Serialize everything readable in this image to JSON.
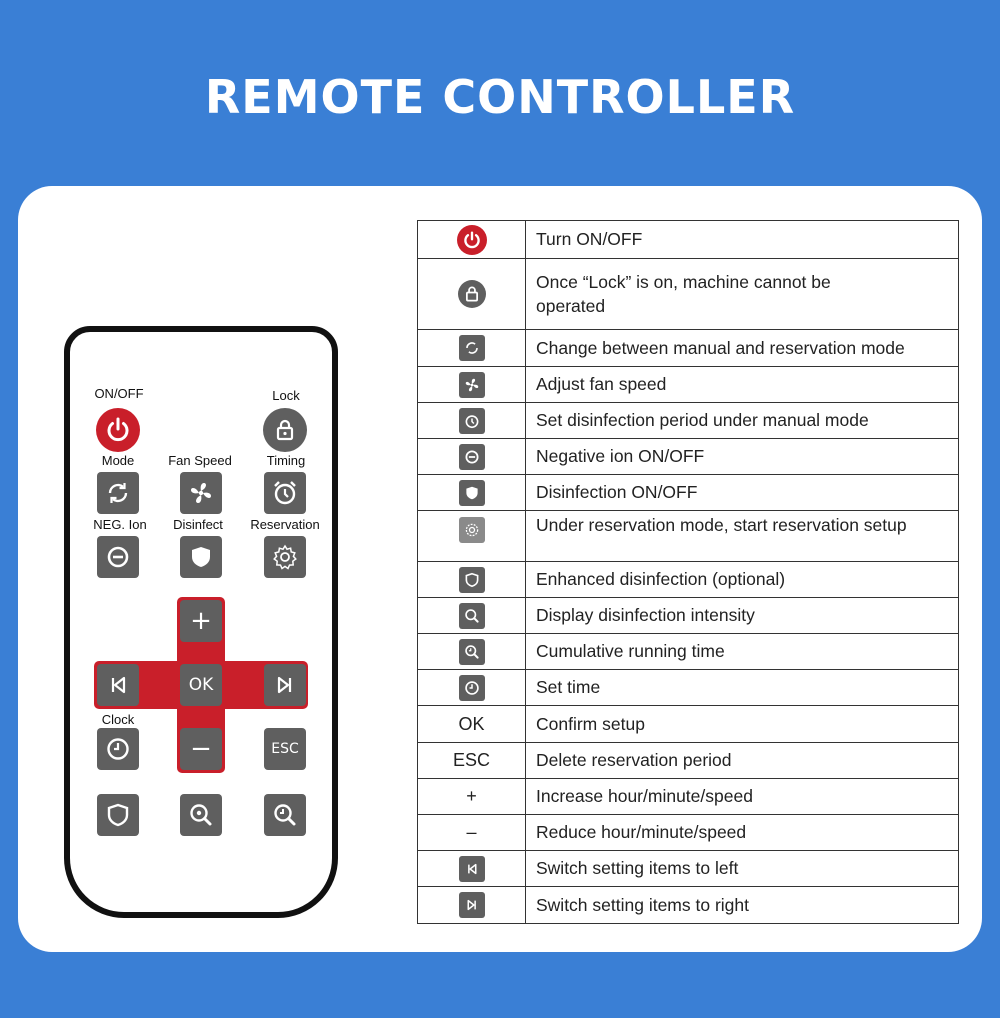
{
  "header": {
    "title": "REMOTE CONTROLLER"
  },
  "remote": {
    "labels": {
      "on_off": "ON/OFF",
      "lock": "Lock",
      "mode": "Mode",
      "fan_speed": "Fan Speed",
      "timing": "Timing",
      "neg_ion": "NEG. Ion",
      "disinfect": "Disinfect",
      "reservation": "Reservation",
      "clock": "Clock"
    },
    "buttons": {
      "plus": "+",
      "minus": "−",
      "ok": "OK",
      "esc": "ESC"
    },
    "colors": {
      "power": "#c91f2a",
      "lock": "#5f5f5f",
      "dpad": "#c91f2a",
      "key": "#5f5f5f"
    }
  },
  "legend": {
    "rows": [
      {
        "icon": "power-icon",
        "text": "Turn ON/OFF"
      },
      {
        "icon": "lock-icon",
        "text": "Once “Lock” is on, machine cannot be operated"
      },
      {
        "icon": "mode-icon",
        "text": "Change between manual and reservation mode"
      },
      {
        "icon": "fan-icon",
        "text": "Adjust fan speed"
      },
      {
        "icon": "timing-icon",
        "text": "Set disinfection period under manual mode"
      },
      {
        "icon": "neg-ion-icon",
        "text": "Negative ion ON/OFF"
      },
      {
        "icon": "disinfect-icon",
        "text": "Disinfection ON/OFF"
      },
      {
        "icon": "gear-icon",
        "text": "Under reservation mode, start reservation setup"
      },
      {
        "icon": "shield-outline-icon",
        "text": "Enhanced disinfection (optional)"
      },
      {
        "icon": "intensity-icon",
        "text": "Display disinfection intensity"
      },
      {
        "icon": "runtime-icon",
        "text": "Cumulative running time"
      },
      {
        "icon": "clock-icon",
        "text": "Set time"
      },
      {
        "symbol": "OK",
        "text": "Confirm setup"
      },
      {
        "symbol": "ESC",
        "text": "Delete reservation period"
      },
      {
        "symbol": "+",
        "text": "Increase hour/minute/speed"
      },
      {
        "symbol": "–",
        "text": "Reduce hour/minute/speed"
      },
      {
        "icon": "left-arrow-icon",
        "text": "Switch setting items to left"
      },
      {
        "icon": "right-arrow-icon",
        "text": "Switch setting items to right"
      }
    ]
  }
}
